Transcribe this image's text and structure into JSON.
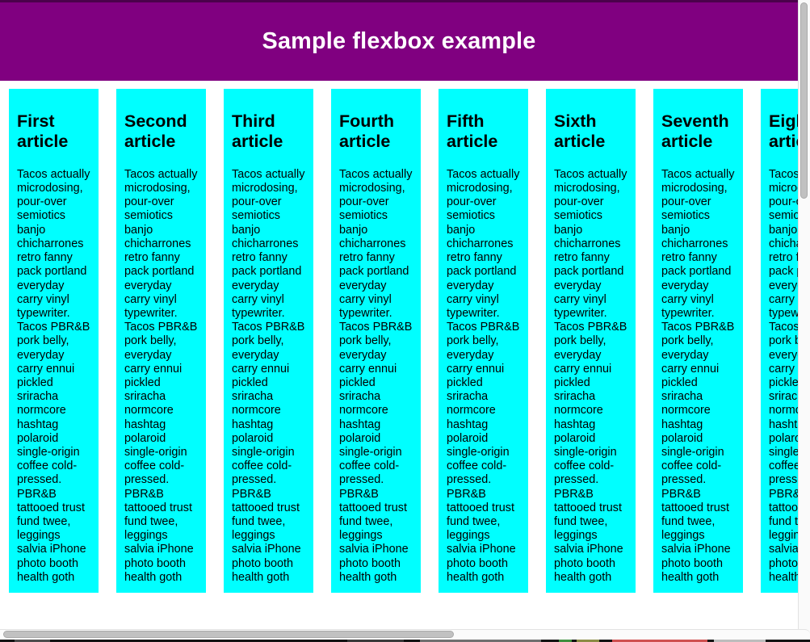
{
  "header": {
    "title": "Sample flexbox example"
  },
  "articles": {
    "titles": [
      "First article",
      "Second article",
      "Third article",
      "Fourth article",
      "Fifth article",
      "Sixth article",
      "Seventh article",
      "Eighth article"
    ],
    "body": "Tacos actually microdosing, pour-over semiotics banjo chicharrones retro fanny pack portland everyday carry vinyl typewriter. Tacos PBR&B pork belly, everyday carry ennui pickled sriracha normcore hashtag polaroid single-origin coffee cold-pressed. PBR&B tattooed trust fund twee, leggings salvia iPhone photo booth health goth"
  },
  "colors": {
    "header_bg": "#800080",
    "header_text": "#ffffff",
    "article_bg": "#00ffff",
    "article_text": "#000000"
  },
  "scrollbars": {
    "vertical_visible": true,
    "horizontal_visible": true
  }
}
